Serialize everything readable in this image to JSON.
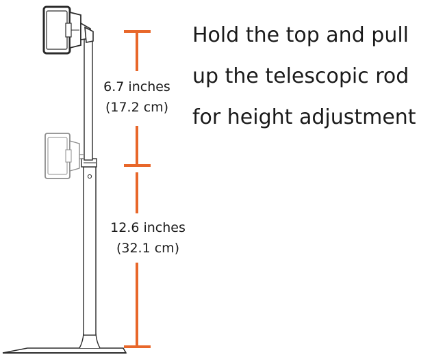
{
  "instruction": {
    "line1": "Hold the top and pull",
    "line2": "up the telescopic rod",
    "line3": "for height adjustment"
  },
  "dimensions": {
    "upper": {
      "imperial": "6.7 inches",
      "metric": "(17.2 cm)"
    },
    "lower": {
      "imperial": "12.6 inches",
      "metric": "(32.1 cm)"
    }
  },
  "colors": {
    "dimension_line": "#e8672a",
    "outline_dark": "#2b2b2b",
    "outline_faded": "#8c8c8c"
  }
}
